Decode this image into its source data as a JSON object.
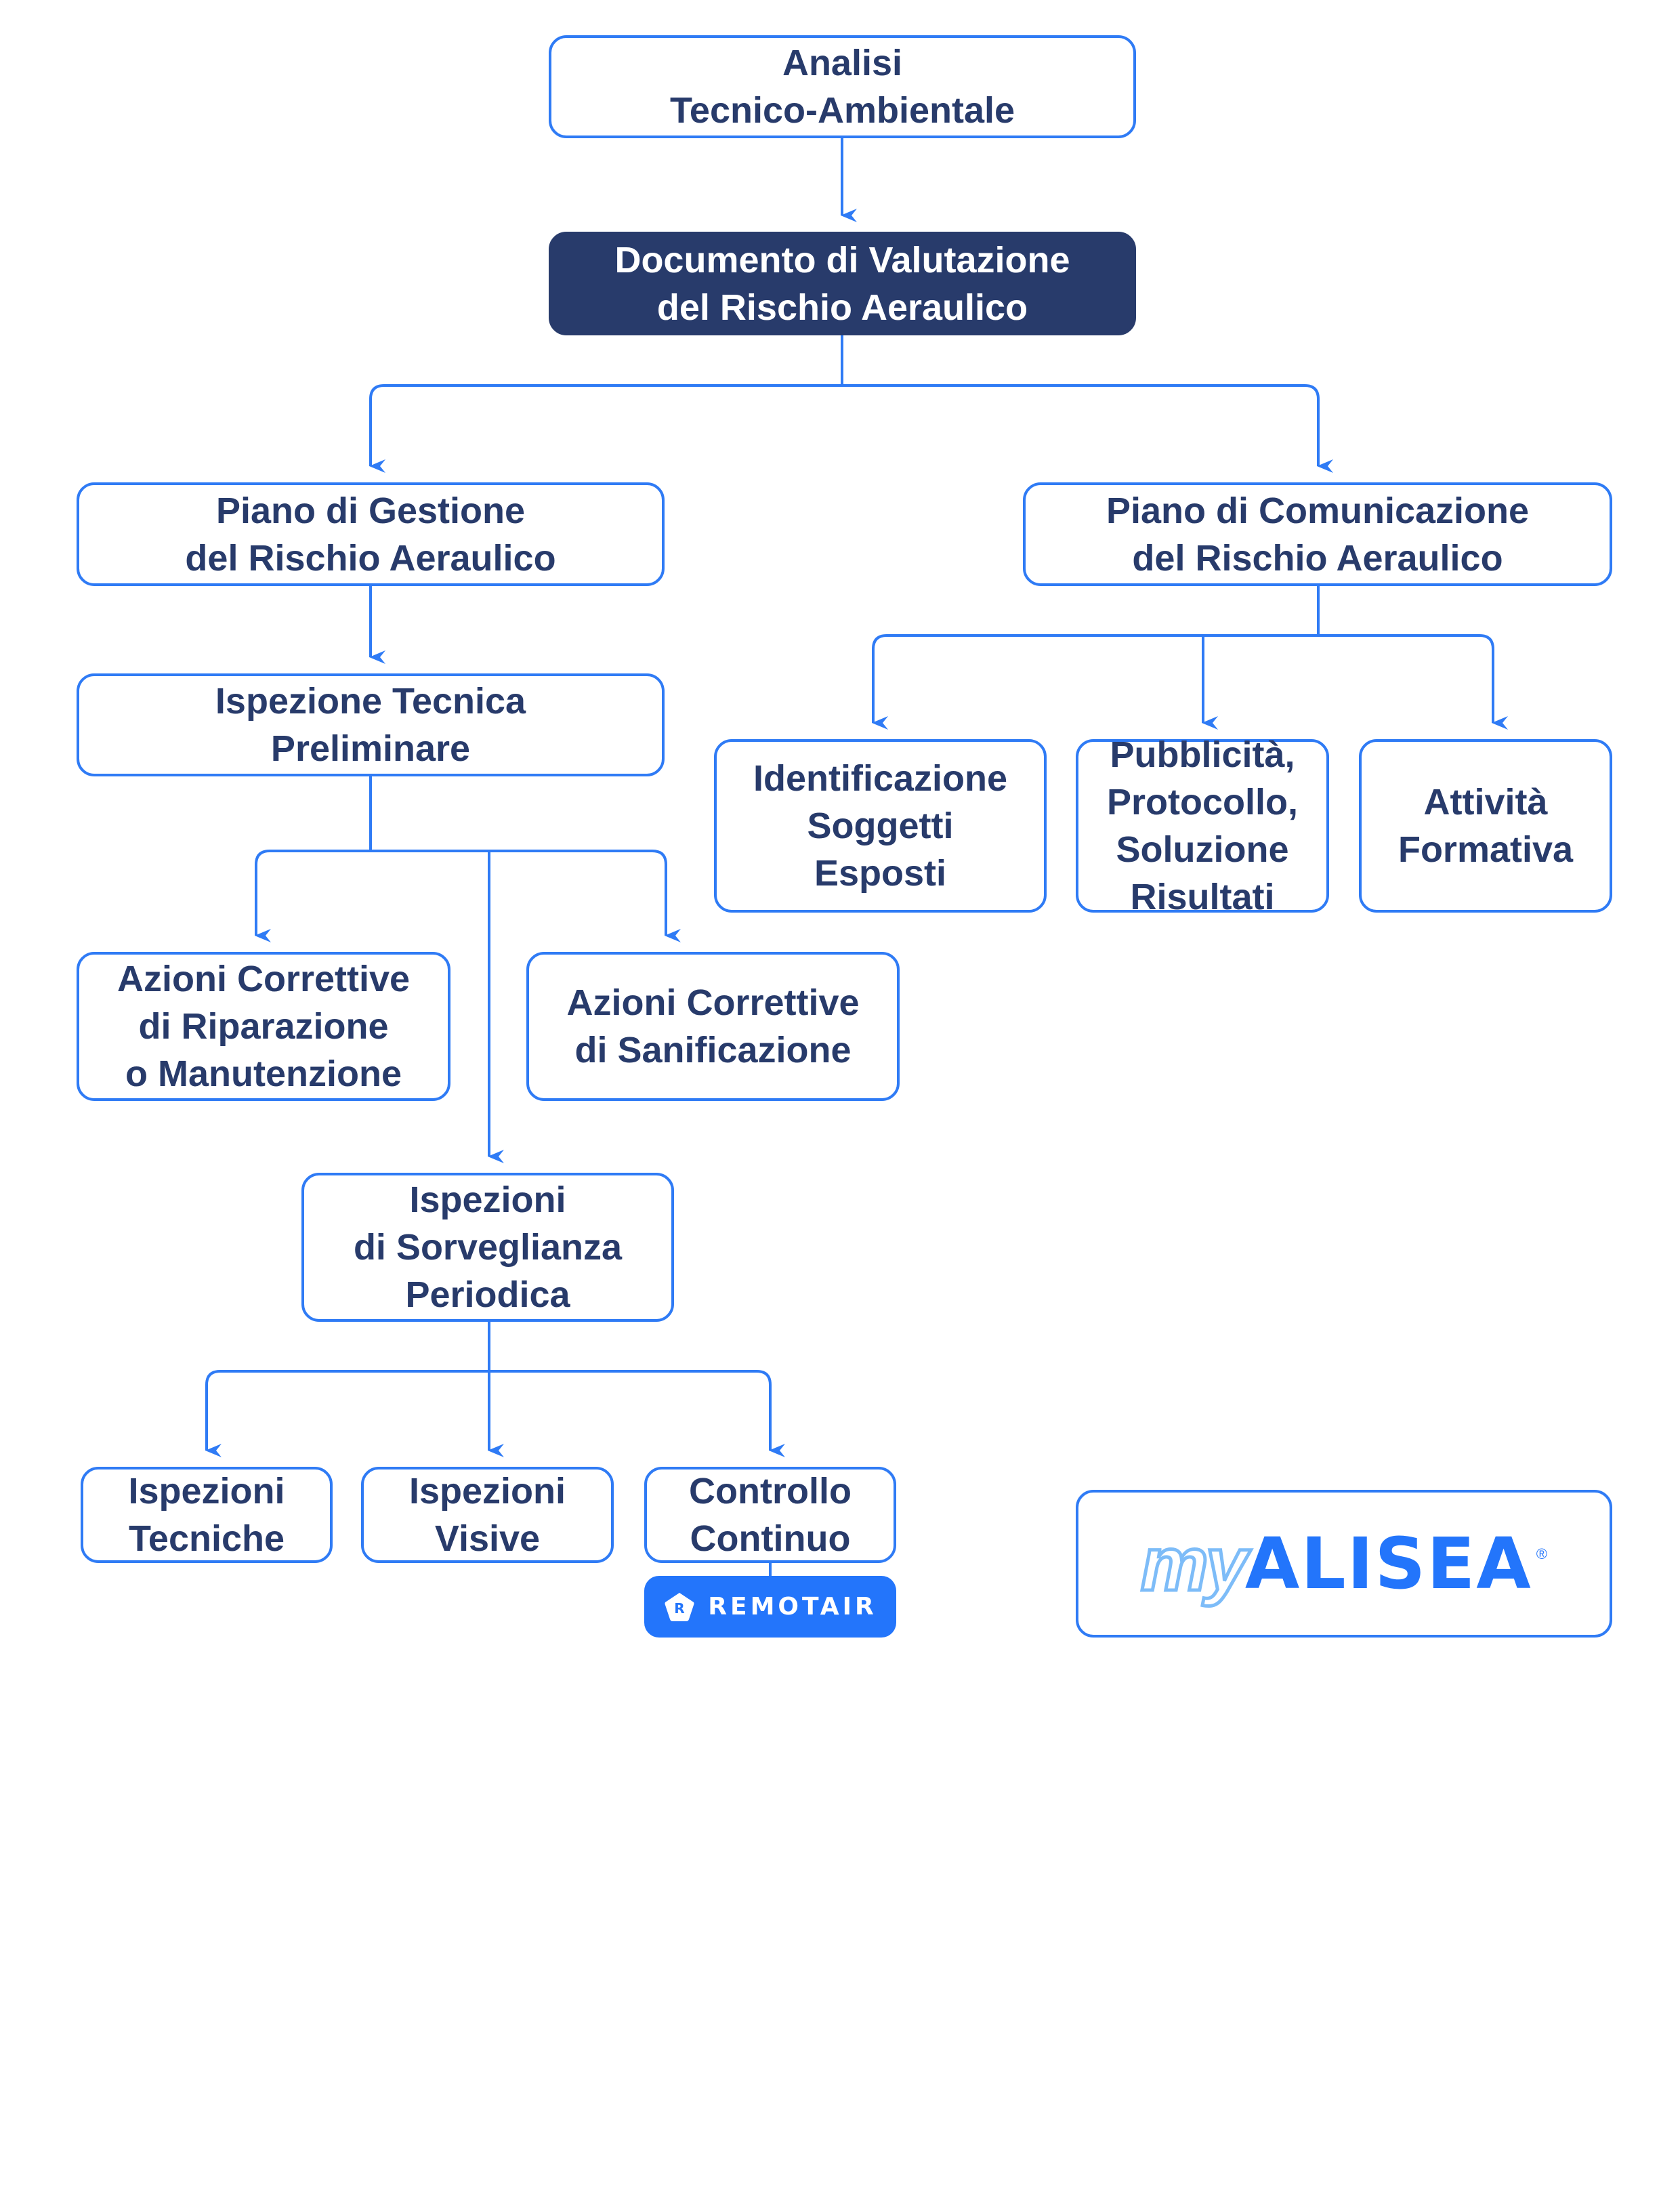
{
  "colors": {
    "accent": "#2f7bf5",
    "primary_fill": "#283b6b",
    "text": "#283b6b",
    "remotair_fill": "#2375fb",
    "alisea_light": "#7dbcf8"
  },
  "nodes": {
    "analisi": "Analisi\nTecnico-Ambientale",
    "dvr": "Documento di Valutazione\ndel Rischio Aeraulico",
    "gestione": "Piano di Gestione\ndel Rischio Aeraulico",
    "comunicazione": "Piano di Comunicazione\ndel Rischio Aeraulico",
    "ispezione_preliminare": "Ispezione Tecnica\nPreliminare",
    "identificazione": "Identificazione\nSoggetti\nEsposti",
    "pubblicita": "Pubblicità,\nProtocollo,\nSoluzione\nRisultati",
    "formativa": "Attività\nFormativa",
    "riparazione": "Azioni Correttive\ndi Riparazione\no Manutenzione",
    "sanificazione": "Azioni Correttive\ndi Sanificazione",
    "sorveglianza": "Ispezioni\ndi Sorveglianza\nPeriodica",
    "tecniche": "Ispezioni\nTecniche",
    "visive": "Ispezioni\nVisive",
    "continuo": "Controllo\nContinuo"
  },
  "logos": {
    "remotair": {
      "icon": "remotair-pentagon-icon",
      "icon_letter": "R",
      "wordmark": "REMOTAIR"
    },
    "myalisea": {
      "prefix": "my",
      "wordmark": "ALISEA",
      "registered": "®"
    }
  }
}
